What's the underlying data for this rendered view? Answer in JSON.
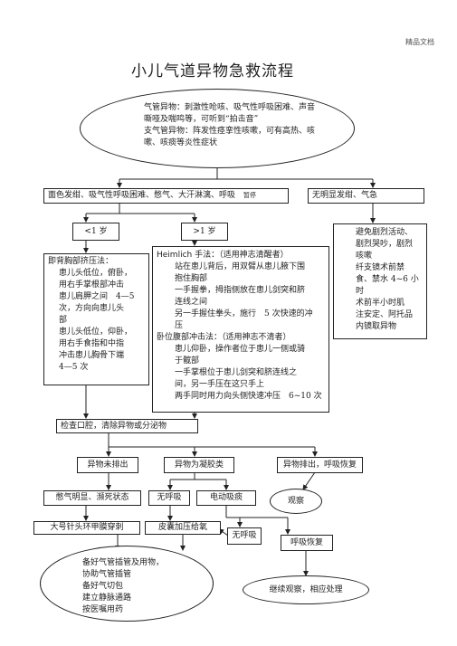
{
  "header": {
    "watermark": "精品文档"
  },
  "title": "小儿气道异物急救流程",
  "intro": {
    "lines": [
      "气管异物：刺激性呛咳、吸气性呼吸困难、声音",
      "嘶哑及喘鸣等，可听到“拍击音”",
      "支气管异物：阵发性痉挛性咳嗽，可有高热、咳",
      "嗽、咳痰等炎性症状"
    ]
  },
  "symptoms_box": {
    "text": "面色发绀、吸气性呼吸困难、憋气、大汗淋漓、呼吸",
    "tag": "暂停"
  },
  "no_symptoms_box": {
    "text": "无明显发绀、气急"
  },
  "age_under": {
    "text": "<1 岁"
  },
  "age_over": {
    "text": ">1 岁"
  },
  "infant_method": {
    "lines": [
      "即背胸部挤压法：",
      "患儿头低位，俯卧，",
      "用右手掌根部冲击",
      "患儿肩胛之间　4—5",
      "次，方向向患儿头",
      "部",
      "患儿头低位，仰卧，",
      "用右手食指和中指",
      "冲击患儿胸骨下端",
      "4—5 次"
    ]
  },
  "heimlich": {
    "lines": [
      "Heimlich 手法：（适用神志清醒者）",
      "站在患儿背后，用双臂从患儿腋下围",
      "抱住胸部",
      "一手握拳，拇指侧放在患儿剑突和脐",
      "连线之间",
      "另一手握住拳头，施行　5 次快速的冲",
      "压",
      "卧位腹部冲击法：（适用神志不清者）",
      "患儿仰卧，操作者位于患儿一侧或骑",
      "于髋部",
      "一手掌根位于患儿剑突和脐连线之",
      "间，另一手压在这只手上",
      "两手同时用力向头侧快速冲压　6~10 次"
    ]
  },
  "avoid_box": {
    "lines": [
      "避免剧烈活动、",
      "剧烈哭吵，剧烈",
      "咳嗽",
      "纤支镜术前禁",
      "食、禁水 4~6 小",
      "时",
      "术前半小时肌",
      "注安定、阿托品",
      "内镜取异物"
    ]
  },
  "check_mouth": {
    "text": "检查口腔，清除异物或分泌物"
  },
  "not_expelled": {
    "text": "异物未排出"
  },
  "jelly": {
    "text": "异物为凝胶类"
  },
  "expelled": {
    "text": "异物排出，呼吸恢复"
  },
  "suffocation": {
    "text": "憋气明显、濒死状态"
  },
  "apnea1": {
    "text": "无呼吸"
  },
  "suction": {
    "text": "电动吸痰"
  },
  "observe": {
    "text": "观察"
  },
  "needle": {
    "text": "大号针头环甲膜穿刺"
  },
  "bagging": {
    "text": "皮囊加压给氧"
  },
  "apnea2": {
    "text": "无呼吸"
  },
  "breathing_back": {
    "text": "呼吸恢复"
  },
  "prep": {
    "lines": [
      "备好气管插管及用物，",
      "协助气管插管",
      "备好气切包",
      "建立静脉通路",
      "按医嘱用药"
    ]
  },
  "continue_observe": {
    "text": "继续观察，相应处理"
  }
}
